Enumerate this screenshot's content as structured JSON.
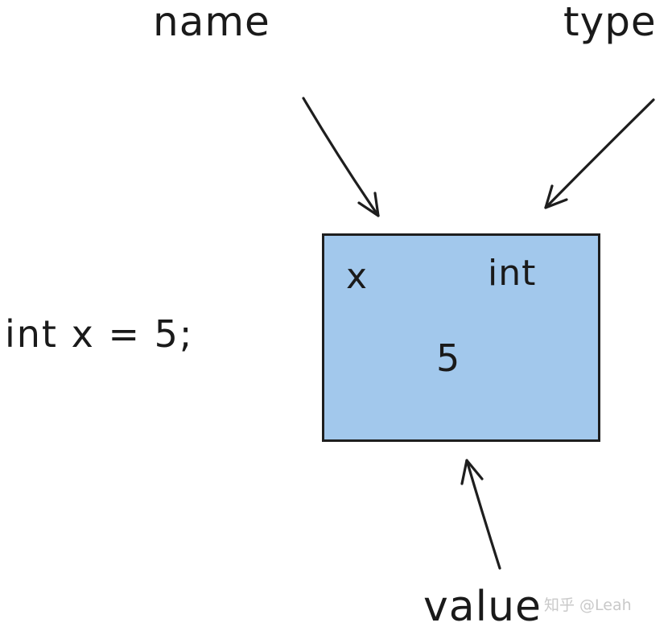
{
  "labels": {
    "name": "name",
    "type": "type",
    "value": "value"
  },
  "code": "int x = 5;",
  "variable": {
    "name": "x",
    "type": "int",
    "value": "5"
  },
  "colors": {
    "box_fill": "#a2c8ec",
    "stroke": "#1e1e1e"
  },
  "watermark": "知乎 @Leah"
}
